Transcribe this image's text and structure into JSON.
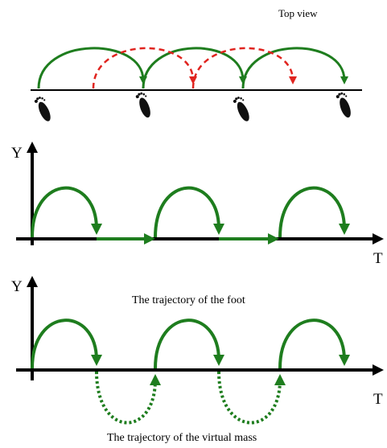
{
  "top_panel": {
    "title": "Top view",
    "colors": {
      "step_arc": "#1e7d1e",
      "alt_arc": "#e0241f",
      "footprint": "#111111",
      "baseline": "#000000"
    }
  },
  "foot_panel": {
    "y_label": "Y",
    "x_label": "T",
    "caption": "The trajectory of the foot",
    "colors": {
      "arc": "#1e7d1e",
      "axis": "#000000"
    }
  },
  "mass_panel": {
    "y_label": "Y",
    "x_label": "T",
    "caption": "The trajectory of the virtual mass",
    "colors": {
      "arc": "#1e7d1e",
      "dotted_arc": "#1e7d1e",
      "axis": "#000000"
    }
  }
}
